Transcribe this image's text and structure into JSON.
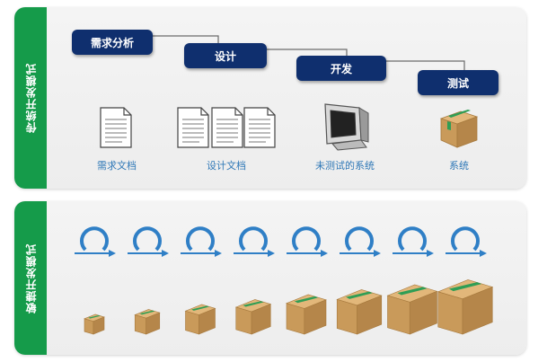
{
  "traditional": {
    "side_label": "传统开发模式",
    "phases": [
      "需求分析",
      "设计",
      "开发",
      "测试"
    ],
    "artifacts": [
      "需求文档",
      "设计文档",
      "未测试的系统",
      "系统"
    ]
  },
  "agile": {
    "side_label": "敏捷开发模式",
    "iterations": 8,
    "box_growth": [
      1,
      2,
      3,
      4,
      5,
      6,
      7,
      8
    ]
  },
  "colors": {
    "green": "#159b4a",
    "navy": "#0f2f6e",
    "label_blue": "#2f78b7",
    "loop_blue": "#2f7fc6",
    "box": "#c99a5a"
  }
}
